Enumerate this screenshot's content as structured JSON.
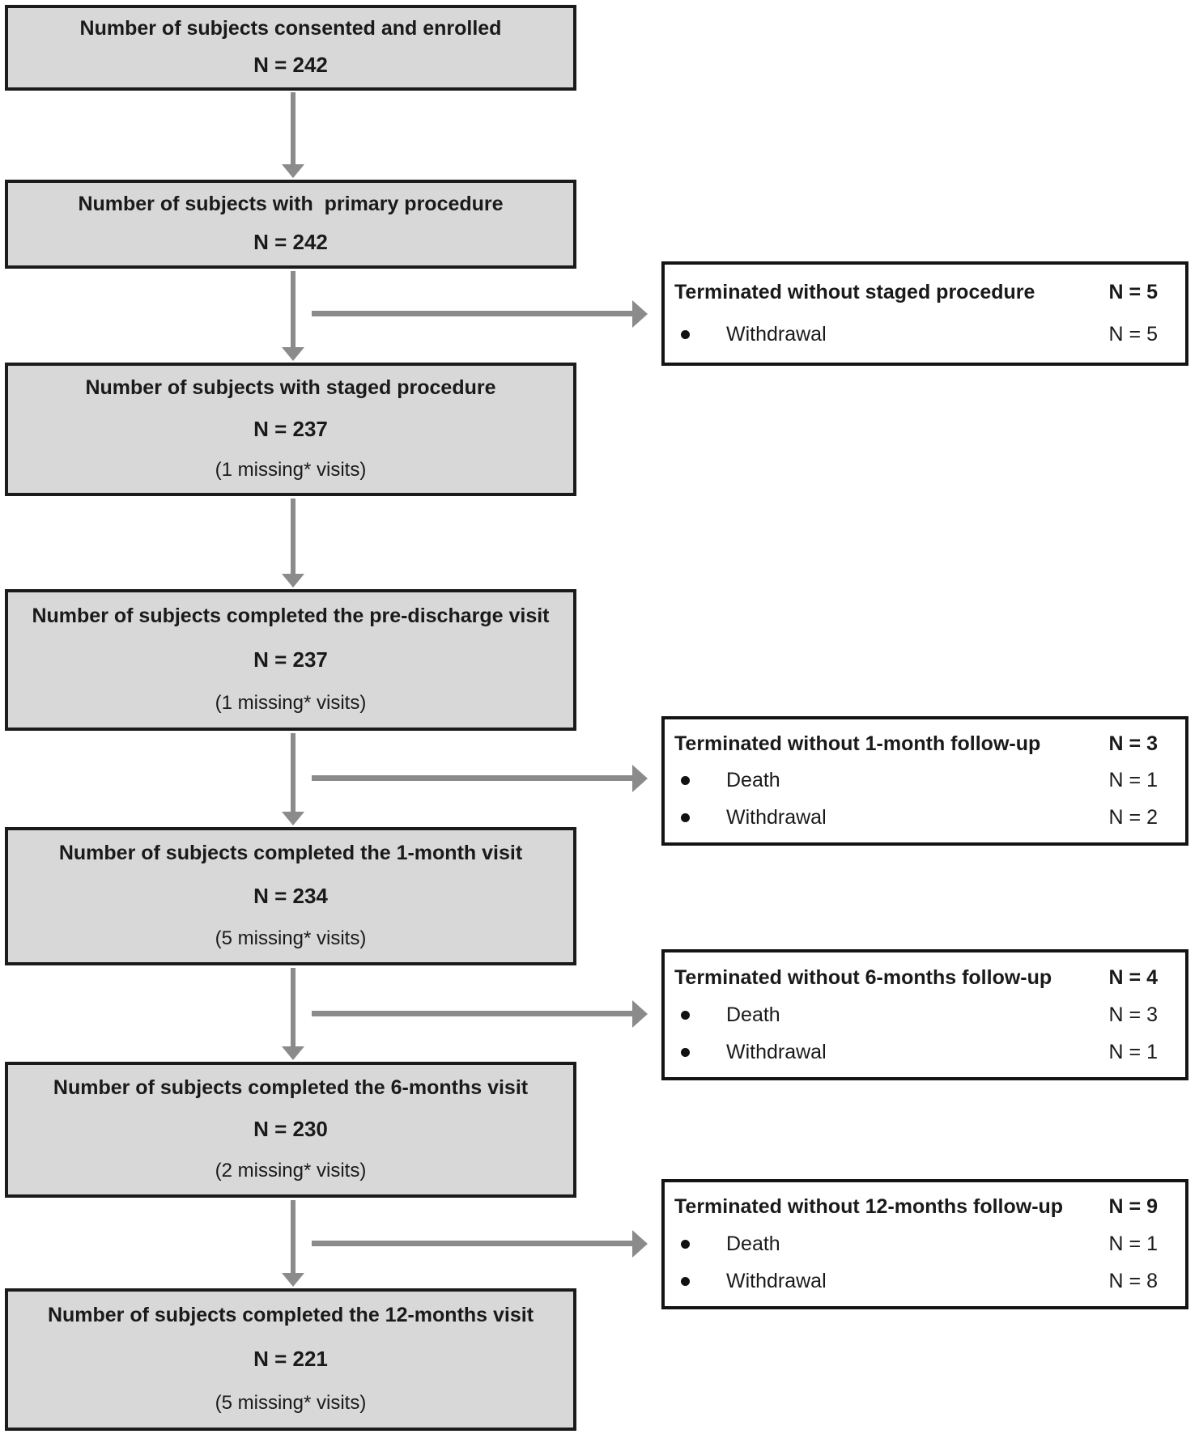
{
  "flow_boxes": [
    {
      "title": "Number of subjects consented and enrolled",
      "n": "N = 242",
      "missing": null
    },
    {
      "title": "Number of subjects with  primary procedure",
      "n": "N = 242",
      "missing": null
    },
    {
      "title": "Number of subjects with staged procedure",
      "n": "N = 237",
      "missing": "(1 missing* visits)"
    },
    {
      "title": "Number of subjects completed the pre-discharge visit",
      "n": "N = 237",
      "missing": "(1 missing* visits)"
    },
    {
      "title": "Number of subjects completed the 1-month visit",
      "n": "N = 234",
      "missing": "(5 missing* visits)"
    },
    {
      "title": "Number of subjects completed the 6-months visit",
      "n": "N = 230",
      "missing": "(2 missing* visits)"
    },
    {
      "title": "Number of subjects completed the 12-months visit",
      "n": "N = 221",
      "missing": "(5 missing* visits)"
    }
  ],
  "termination_boxes": [
    {
      "title": "Terminated without staged procedure",
      "n": "N = 5",
      "items": [
        {
          "label": "Withdrawal",
          "n": "N = 5"
        }
      ]
    },
    {
      "title": "Terminated without 1-month follow-up",
      "n": "N = 3",
      "items": [
        {
          "label": "Death",
          "n": "N = 1"
        },
        {
          "label": "Withdrawal",
          "n": "N = 2"
        }
      ]
    },
    {
      "title": "Terminated without 6-months follow-up",
      "n": "N = 4",
      "items": [
        {
          "label": "Death",
          "n": "N = 3"
        },
        {
          "label": "Withdrawal",
          "n": "N = 1"
        }
      ]
    },
    {
      "title": "Terminated without 12-months follow-up",
      "n": "N = 9",
      "items": [
        {
          "label": "Death",
          "n": "N = 1"
        },
        {
          "label": "Withdrawal",
          "n": "N = 8"
        }
      ]
    }
  ],
  "colors": {
    "flow_box_fill": "#d8d8d8",
    "flow_box_border": "#1b1b1b",
    "termination_box_fill": "#ffffff",
    "termination_box_border": "#141414",
    "arrow": "#8b8b8b",
    "text": "#1a1a1a"
  }
}
